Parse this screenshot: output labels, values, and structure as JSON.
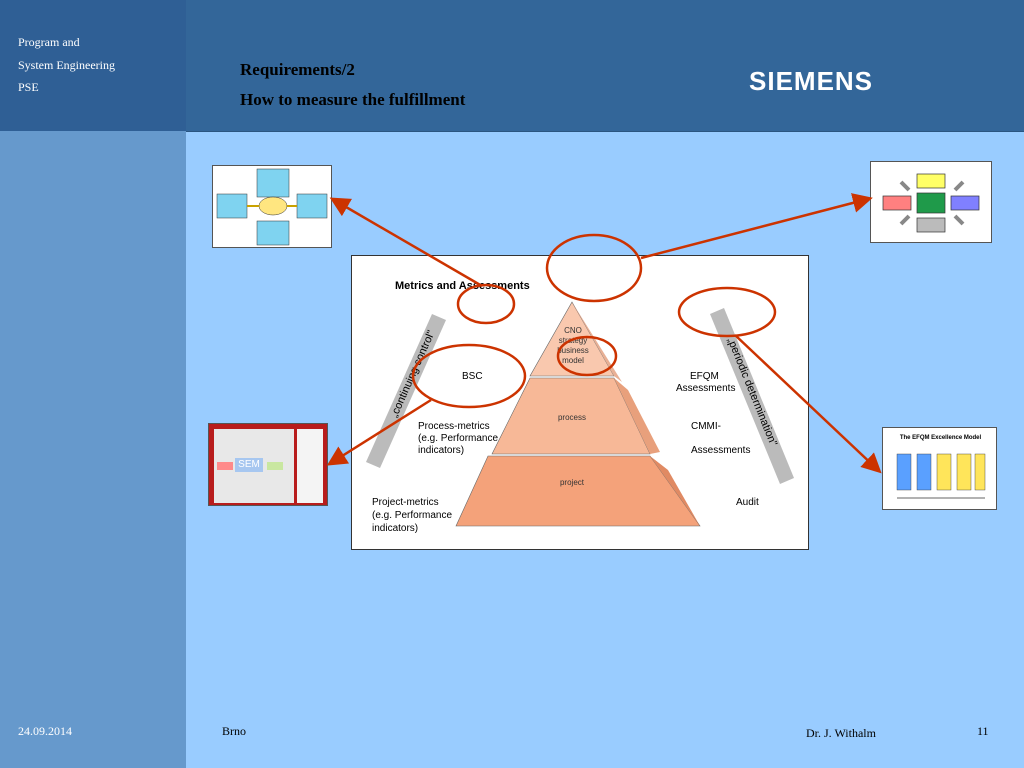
{
  "sidebar": {
    "lines": [
      "Program and",
      "System Engineering",
      "PSE"
    ]
  },
  "header": {
    "title": "Requirements/2",
    "subtitle": "How to measure the fulfillment",
    "logo": "SIEMENS"
  },
  "figure": {
    "heading": "Metrics and Assessments",
    "left_banner": "„continuing control\"",
    "right_banner": "„periodic determination\"",
    "bsc": "BSC",
    "process_metrics": [
      "Process-metrics",
      "(e.g. Performance",
      "indicators)"
    ],
    "project_metrics": [
      "Project-metrics",
      "(e.g. Performance",
      "indicators)"
    ],
    "efqm": [
      "EFQM",
      "Assessments"
    ],
    "cmmi": [
      "CMMI-",
      "Assessments"
    ],
    "audit": "Audit",
    "pyramid": {
      "top": [
        "CNO",
        "strategy",
        "business",
        "model"
      ],
      "middle": "process",
      "bottom": "project"
    }
  },
  "thumbnails": {
    "sem_label": "SEM",
    "efqm_title": "The EFQM Excellence Model"
  },
  "footer": {
    "date": "24.09.2014",
    "location": "Brno",
    "author": "Dr. J. Withalm",
    "page": "11"
  },
  "colors": {
    "header": "#336699",
    "sidebar": "#6699cc",
    "background": "#99ccff",
    "arrow": "#cc3300",
    "pyramid": "#f4a27a"
  }
}
